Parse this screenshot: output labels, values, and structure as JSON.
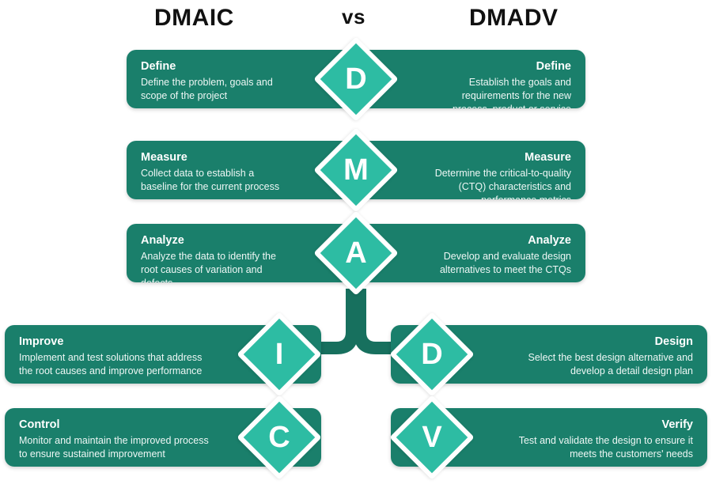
{
  "header": {
    "left_title": "DMAIC",
    "center_title": "vs",
    "right_title": "DMADV"
  },
  "colors": {
    "bar_green": "#1a7f6b",
    "diamond_teal": "#2dbca3",
    "arrow_green": "#17705e",
    "text_white": "#ffffff",
    "background": "#ffffff",
    "title_dark": "#111111"
  },
  "diamonds": [
    {
      "letter": "D",
      "name": "diamond-define"
    },
    {
      "letter": "M",
      "name": "diamond-measure"
    },
    {
      "letter": "A",
      "name": "diamond-analyze"
    },
    {
      "letter": "I",
      "name": "diamond-improve"
    },
    {
      "letter": "D",
      "name": "diamond-design"
    },
    {
      "letter": "C",
      "name": "diamond-control"
    },
    {
      "letter": "V",
      "name": "diamond-verify"
    }
  ],
  "rows": [
    {
      "letter": "D",
      "left": {
        "title": "Define",
        "desc": "Define the problem, goals and scope of the project"
      },
      "right": {
        "title": "Define",
        "desc": "Establish the goals and requirements for the new process, product or service"
      }
    },
    {
      "letter": "M",
      "left": {
        "title": "Measure",
        "desc": "Collect data to establish a baseline for the current process"
      },
      "right": {
        "title": "Measure",
        "desc": "Determine the critical-to-quality (CTQ) characteristics and performance metrics"
      }
    },
    {
      "letter": "A",
      "left": {
        "title": "Analyze",
        "desc": "Analyze the data to identify the root causes of variation and defects"
      },
      "right": {
        "title": "Analyze",
        "desc": "Develop and evaluate design alternatives to meet the CTQs"
      }
    },
    {
      "letter_left": "I",
      "letter_right": "D",
      "left": {
        "title": "Improve",
        "desc": "Implement and test solutions that address the root causes and improve performance"
      },
      "right": {
        "title": "Design",
        "desc": "Select the best design alternative and develop a detail design plan"
      }
    },
    {
      "letter_left": "C",
      "letter_right": "V",
      "left": {
        "title": "Control",
        "desc": "Monitor and maintain the improved process to ensure sustained improvement"
      },
      "right": {
        "title": "Verify",
        "desc": "Test and validate the design to ensure it meets the customers' needs"
      }
    }
  ],
  "chart_data": {
    "type": "diagram",
    "title": "DMAIC vs DMADV",
    "branches": [
      {
        "name": "DMAIC",
        "steps": [
          "Define",
          "Measure",
          "Analyze",
          "Improve",
          "Control"
        ]
      },
      {
        "name": "DMADV",
        "steps": [
          "Define",
          "Measure",
          "Analyze",
          "Design",
          "Verify"
        ]
      }
    ],
    "shared_steps": [
      "Define",
      "Measure",
      "Analyze"
    ]
  }
}
